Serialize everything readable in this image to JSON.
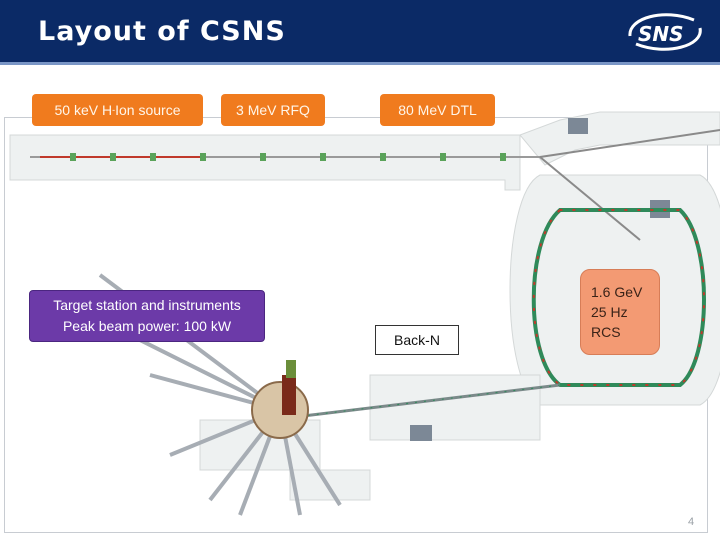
{
  "slide": {
    "title": "Layout of CSNS",
    "logo_text": "SNS",
    "page_number": "4"
  },
  "labels": {
    "ion_source": "50 keV H",
    "ion_source_sup": "-",
    "ion_source_tail": " Ion source",
    "rfq": "3 MeV RFQ",
    "dtl": "80 MeV DTL",
    "target_line1": "Target station and instruments",
    "target_line2": "Peak beam power: 100 kW",
    "backn": "Back-N",
    "rcs_line1": "1.6 GeV",
    "rcs_line2": "25 Hz",
    "rcs_line3": "RCS"
  },
  "colors": {
    "header_bg": "#0b2a66",
    "label_orange": "#f07b1e",
    "label_purple": "#6c3aa8",
    "rcs_box": "#f39a73"
  }
}
